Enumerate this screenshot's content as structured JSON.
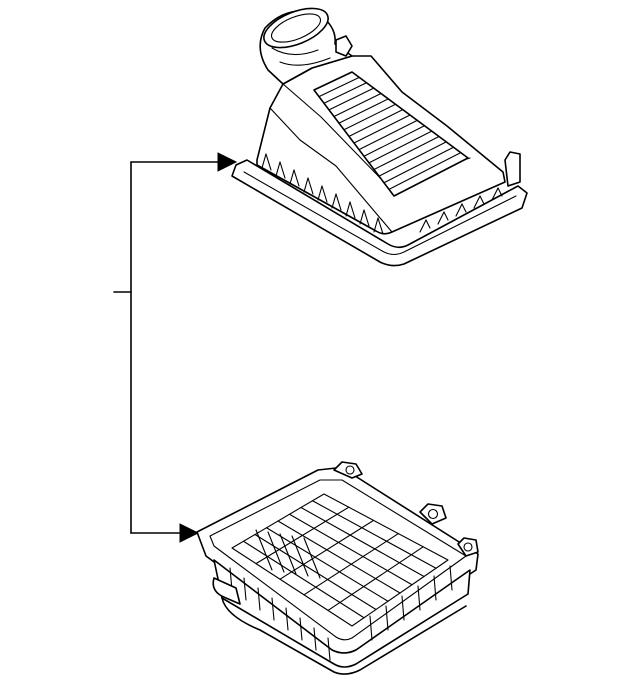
{
  "diagram": {
    "background": "#ffffff",
    "line_color": "#000000",
    "parts": [
      {
        "id": "upper",
        "name": "air-cleaner-upper-cover"
      },
      {
        "id": "lower",
        "name": "air-cleaner-lower-case"
      }
    ],
    "callout": {
      "type": "bracket",
      "targets": [
        "upper",
        "lower"
      ]
    }
  }
}
